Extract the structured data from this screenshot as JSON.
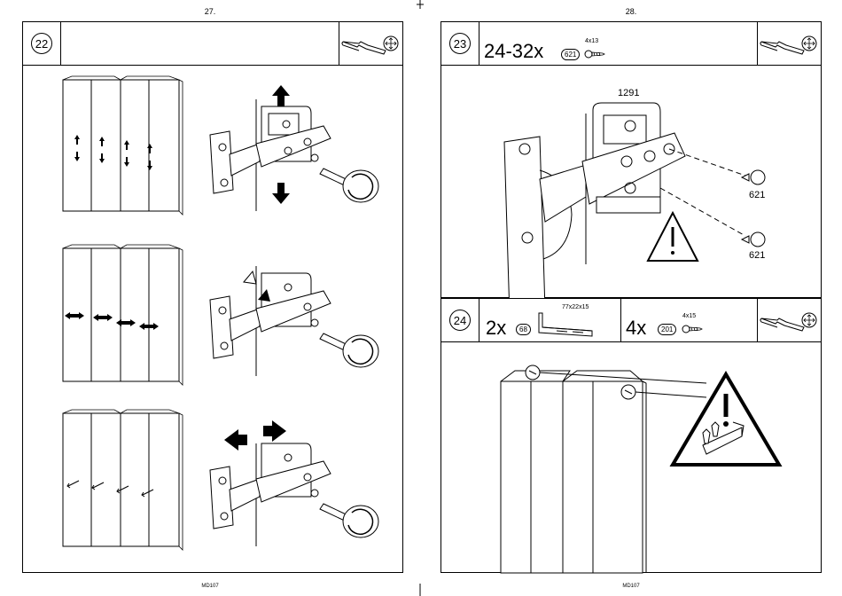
{
  "pages": {
    "left": {
      "number": "27.",
      "footer": "MD107"
    },
    "right": {
      "number": "28.",
      "footer": "MD107"
    }
  },
  "steps": {
    "s22": {
      "number": "22"
    },
    "s23": {
      "number": "23",
      "quantity": "24-32x",
      "part": "621",
      "screw_size": "4x13",
      "hinge_label": "1291",
      "screw_label_1": "621",
      "screw_label_2": "621"
    },
    "s24": {
      "number": "24",
      "bracket_quantity": "2x",
      "bracket_part": "68",
      "bracket_size": "77x22x15",
      "screw_quantity": "4x",
      "screw_part": "201",
      "screw_size": "4x15"
    }
  },
  "icons": [
    "screwdriver-icon",
    "adjust-target-icon",
    "warning-icon",
    "hinge-icon",
    "wardrobe-icon",
    "screw-icon",
    "bracket-icon",
    "arrow-icon"
  ]
}
